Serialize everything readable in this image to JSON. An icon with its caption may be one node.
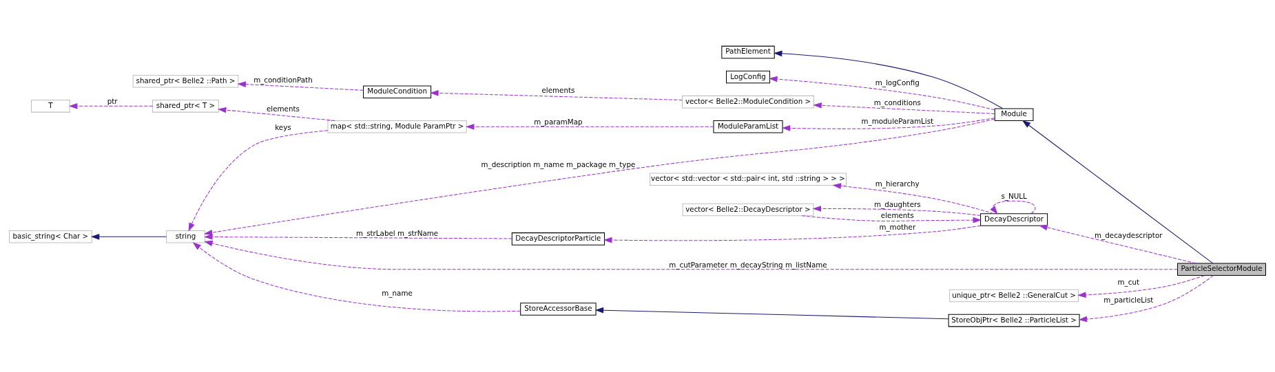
{
  "diagram": {
    "nodes": [
      {
        "text": [
          "PathElement"
        ]
      },
      {
        "text": [
          "LogConfig"
        ]
      },
      {
        "text": [
          "shared_ptr< Belle2 ::Path >"
        ]
      },
      {
        "text": [
          "ModuleCondition"
        ]
      },
      {
        "text": [
          "vector< Belle2::ModuleCondition >"
        ]
      },
      {
        "text": [
          "T"
        ]
      },
      {
        "text": [
          "shared_ptr< T >"
        ]
      },
      {
        "text": [
          "map< std::string, Module ParamPtr >"
        ]
      },
      {
        "text": [
          "ModuleParamList"
        ]
      },
      {
        "text": [
          "Module"
        ]
      },
      {
        "text": [
          "vector< std::vector < std::pair< int, std ::string > > >"
        ]
      },
      {
        "text": [
          "DecayDescriptor"
        ]
      },
      {
        "text": [
          "vector< Belle2::DecayDescriptor >"
        ]
      },
      {
        "text": [
          "basic_string< Char >"
        ]
      },
      {
        "text": [
          "string"
        ]
      },
      {
        "text": [
          "DecayDescriptorParticle"
        ]
      },
      {
        "text": [
          "unique_ptr< Belle2 ::GeneralCut >"
        ]
      },
      {
        "text": [
          "ParticleSelectorModule"
        ]
      },
      {
        "text": [
          "StoreAccessorBase"
        ]
      },
      {
        "text": [
          "StoreObjPtr< Belle2 ::ParticleList >"
        ]
      }
    ],
    "edges": [
      {
        "from": 17,
        "to": 9,
        "arrow": "to",
        "color": "#191970"
      },
      {
        "from": 9,
        "to": 0,
        "arrow": "to",
        "color": "#191970"
      },
      {
        "from": 9,
        "to": 1,
        "arrow": "to",
        "style": "dashed",
        "label": "m_logConfig"
      },
      {
        "from": 9,
        "to": 4,
        "arrow": "to",
        "style": "dashed",
        "label": "m_conditions"
      },
      {
        "from": 9,
        "to": 8,
        "arrow": "to",
        "style": "dashed",
        "label": "m_moduleParamList"
      },
      {
        "from": 9,
        "to": 14,
        "arrow": "to",
        "style": "dashed",
        "label": "m_description m_name m_package m_type"
      },
      {
        "from": 4,
        "to": 3,
        "arrow": "to",
        "style": "dashed",
        "label": "elements"
      },
      {
        "from": 3,
        "to": 2,
        "arrow": "to",
        "style": "dashed",
        "label": "m_conditionPath"
      },
      {
        "from": 8,
        "to": 7,
        "arrow": "to",
        "style": "dashed",
        "label": "m_paramMap"
      },
      {
        "from": 7,
        "to": 6,
        "arrow": "to",
        "style": "dashed",
        "label": "elements"
      },
      {
        "from": 7,
        "to": 14,
        "arrow": "to",
        "style": "dashed",
        "label": "keys"
      },
      {
        "from": 6,
        "to": 5,
        "arrow": "to",
        "style": "dashed",
        "label": "ptr"
      },
      {
        "from": 11,
        "to": 11,
        "arrow": "to",
        "style": "dashed",
        "label": "s_NULL"
      },
      {
        "from": 11,
        "to": 10,
        "arrow": "to",
        "style": "dashed",
        "label": "m_hierarchy"
      },
      {
        "from": 11,
        "to": 15,
        "arrow": "to",
        "style": "dashed",
        "label": "m_mother"
      },
      {
        "from": 11,
        "to": 12,
        "arrow": "to",
        "style": "dashed",
        "label": "m_daughters"
      },
      {
        "from": 12,
        "to": 11,
        "arrow": "to",
        "style": "dashed",
        "label": "elements"
      },
      {
        "from": 15,
        "to": 14,
        "arrow": "to",
        "style": "dashed",
        "label": "m_strLabel m_strName"
      },
      {
        "from": 14,
        "to": 13,
        "arrow": "to",
        "color": "#191970"
      },
      {
        "from": 17,
        "to": 11,
        "arrow": "to",
        "style": "dashed",
        "label": "m_decaydescriptor"
      },
      {
        "from": 17,
        "to": 16,
        "arrow": "to",
        "style": "dashed",
        "label": "m_cut"
      },
      {
        "from": 17,
        "to": 14,
        "arrow": "to",
        "style": "dashed",
        "label": "m_cutParameter m_decayString m_listName"
      },
      {
        "from": 17,
        "to": 19,
        "arrow": "to",
        "style": "dashed",
        "label": "m_particleList"
      },
      {
        "from": 19,
        "to": 18,
        "arrow": "to",
        "color": "#191970"
      },
      {
        "from": 18,
        "to": 14,
        "arrow": "to",
        "style": "dashed",
        "label": "m_name"
      }
    ]
  }
}
